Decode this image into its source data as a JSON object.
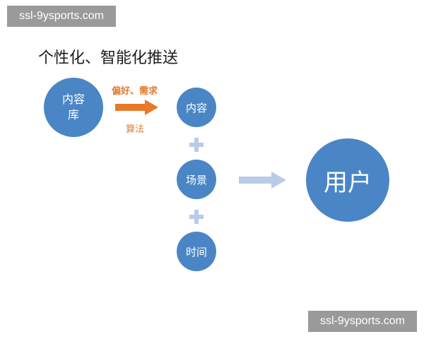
{
  "watermark": {
    "top_text": "ssl-9ysports.com",
    "bottom_text": "ssl-9ysports.com"
  },
  "diagram": {
    "title": "个性化、智能化推送",
    "nodes": {
      "content_library": "内容库",
      "content": "内容",
      "scene": "场景",
      "time": "时间",
      "user": "用户"
    },
    "arrow_labels": {
      "preference": "偏好、需求",
      "algorithm": "算法"
    }
  },
  "colors": {
    "node_fill": "#4a86c6",
    "arrow_orange": "#e8792a",
    "arrow_light": "#b9cbe9",
    "label_orange": "#e07a2c"
  }
}
